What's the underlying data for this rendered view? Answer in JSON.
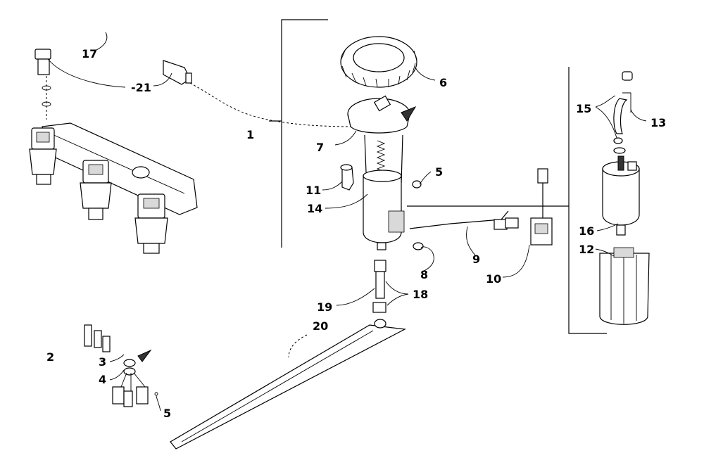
{
  "callouts": [
    {
      "id": "c1",
      "text": "1"
    },
    {
      "id": "c2",
      "text": "2"
    },
    {
      "id": "c3",
      "text": "3"
    },
    {
      "id": "c4",
      "text": "4"
    },
    {
      "id": "c5a",
      "text": "5"
    },
    {
      "id": "c5b",
      "text": "5"
    },
    {
      "id": "c6",
      "text": "6"
    },
    {
      "id": "c7",
      "text": "7"
    },
    {
      "id": "c8",
      "text": "8"
    },
    {
      "id": "c9",
      "text": "9"
    },
    {
      "id": "c10",
      "text": "10"
    },
    {
      "id": "c11",
      "text": "11"
    },
    {
      "id": "c12",
      "text": "12"
    },
    {
      "id": "c13",
      "text": "13"
    },
    {
      "id": "c14",
      "text": "14"
    },
    {
      "id": "c15",
      "text": "15"
    },
    {
      "id": "c16",
      "text": "16"
    },
    {
      "id": "c17",
      "text": "17"
    },
    {
      "id": "c18",
      "text": "18"
    },
    {
      "id": "c19",
      "text": "19"
    },
    {
      "id": "c20",
      "text": "20"
    },
    {
      "id": "c21",
      "text": "-21"
    }
  ]
}
